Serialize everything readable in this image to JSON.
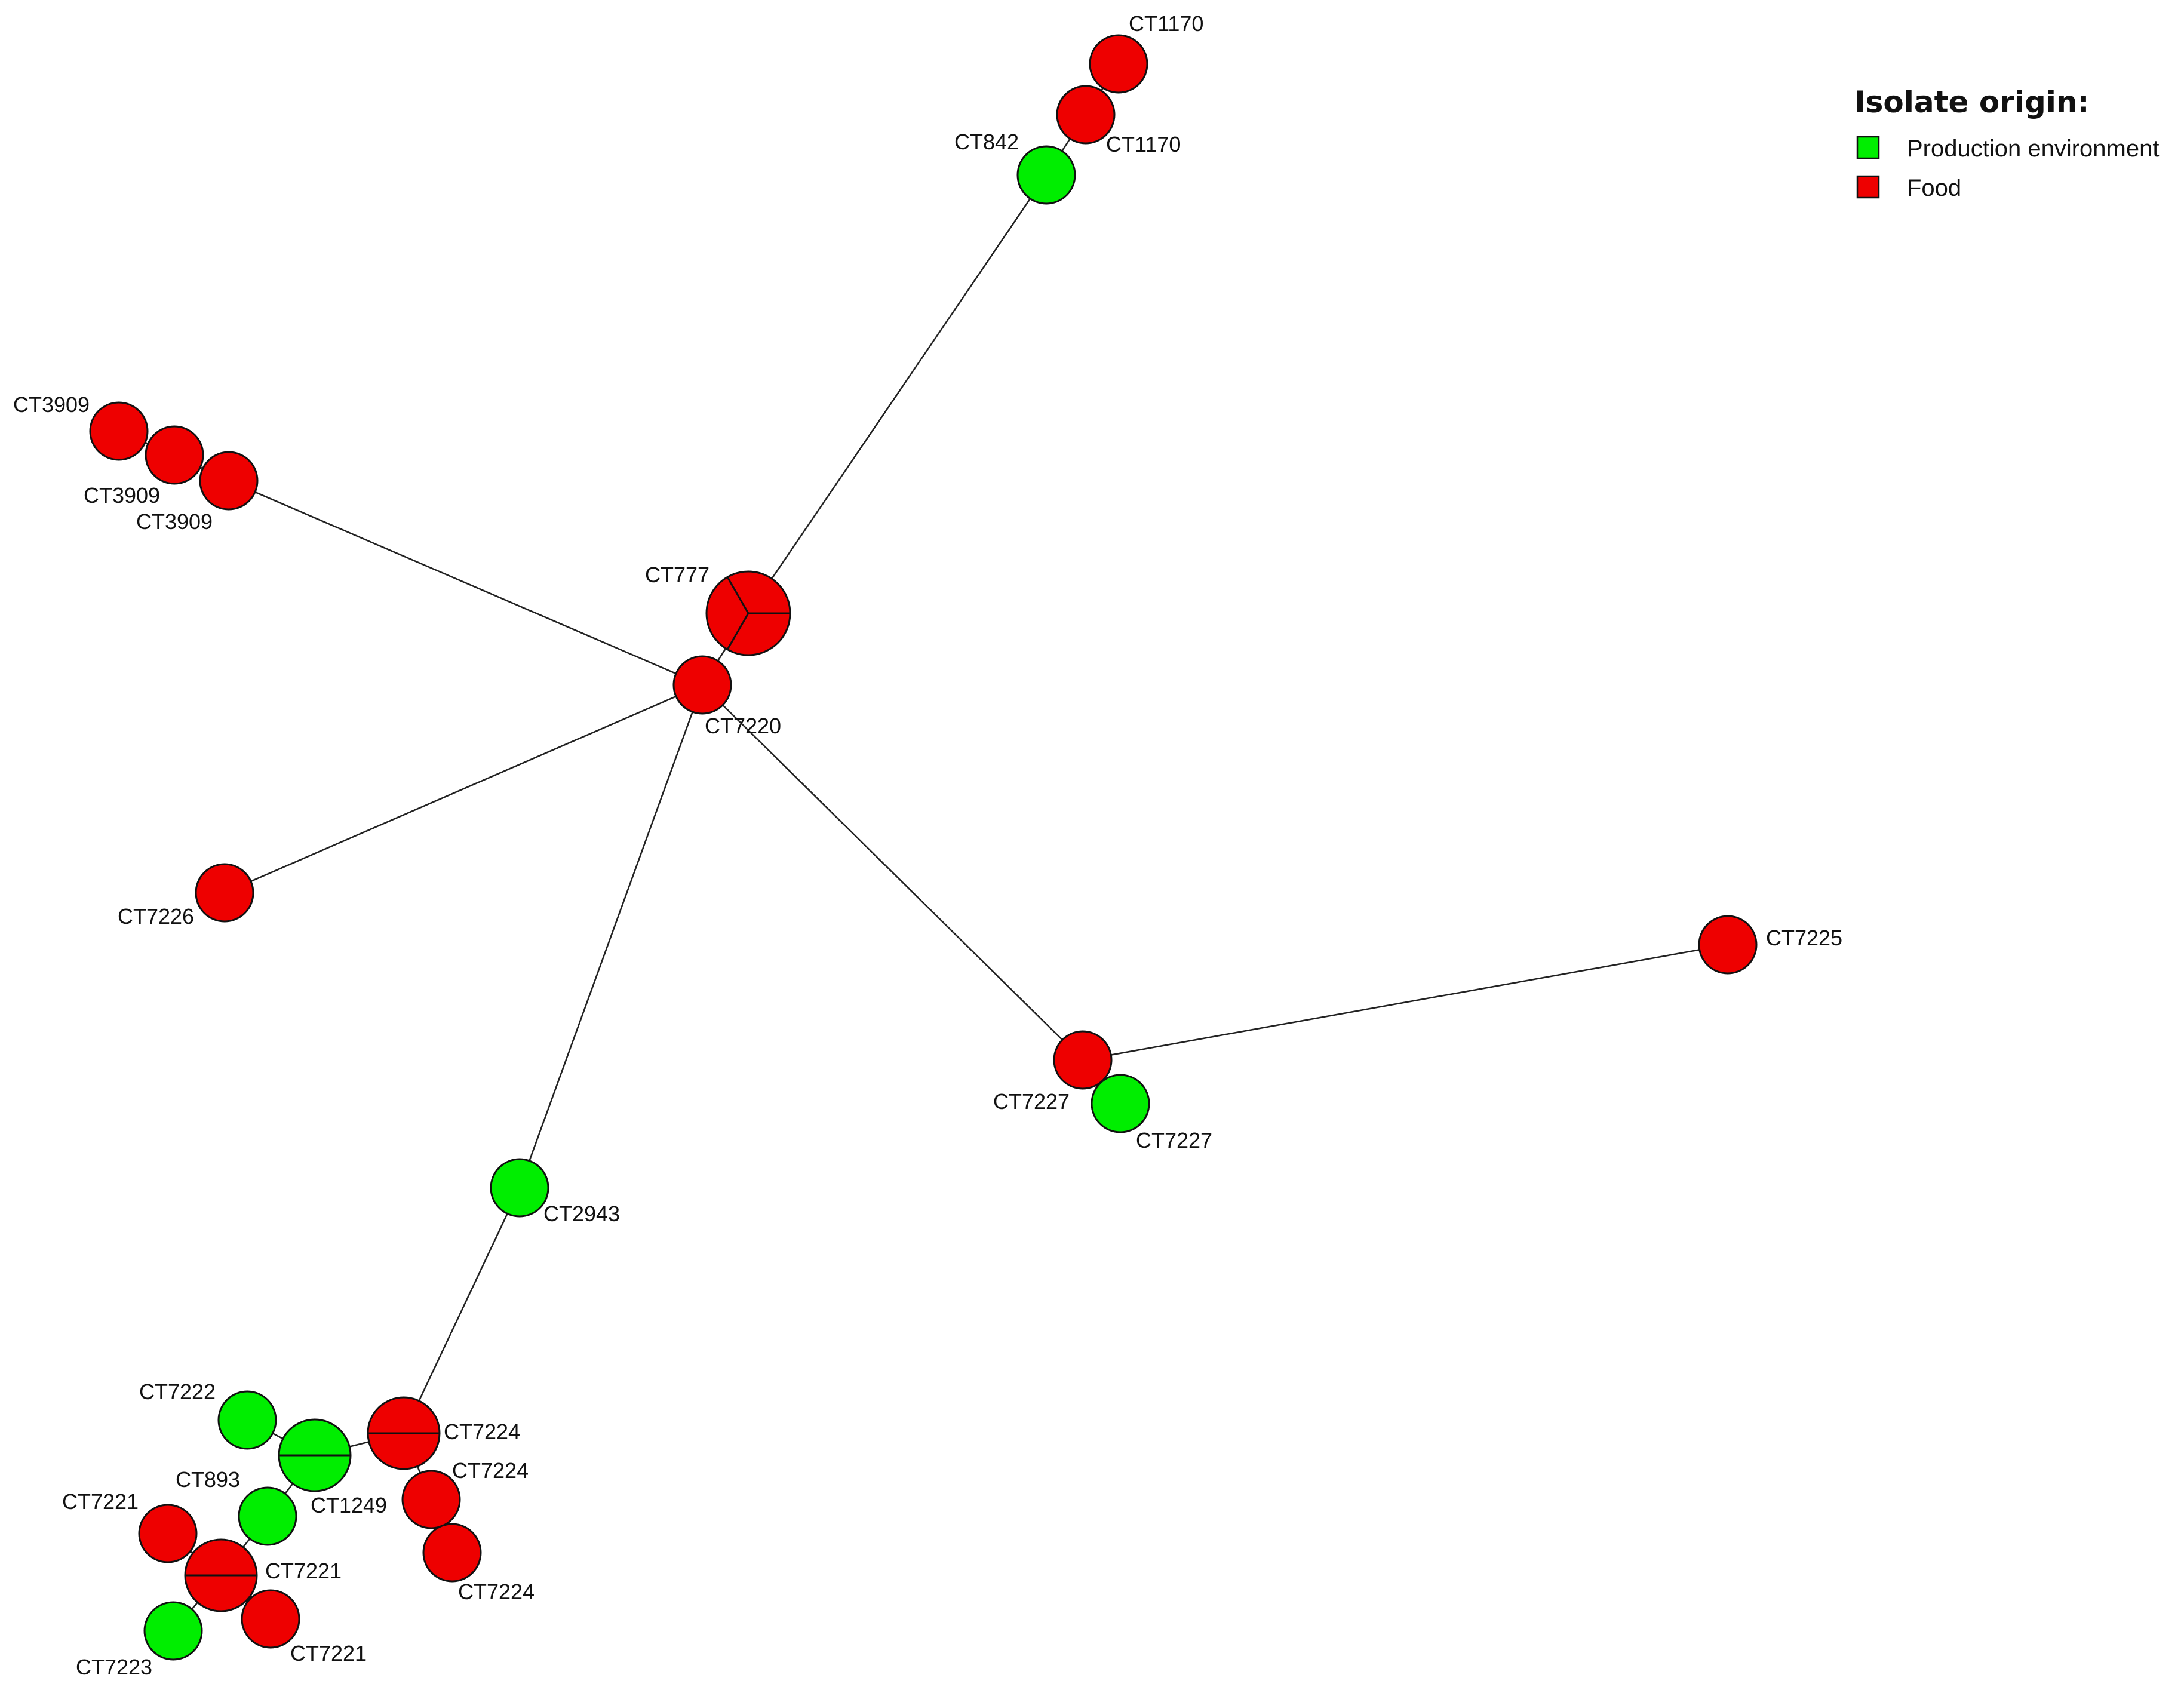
{
  "legend": {
    "title": "Isolate origin:",
    "items": [
      {
        "label": "Production environment",
        "color": "#00ee00"
      },
      {
        "label": "Food",
        "color": "#ee0000"
      }
    ]
  },
  "colors": {
    "production_environment": "#00ee00",
    "food": "#ee0000"
  },
  "nodes": [
    {
      "id": "n_ct777",
      "label": "CT777",
      "origin": "food",
      "isolates": 3
    },
    {
      "id": "n_ct7220",
      "label": "CT7220",
      "origin": "food",
      "isolates": 1
    },
    {
      "id": "n_ct842",
      "label": "CT842",
      "origin": "production_environment",
      "isolates": 1
    },
    {
      "id": "n_ct1170a",
      "label": "CT1170",
      "origin": "food",
      "isolates": 1
    },
    {
      "id": "n_ct1170b",
      "label": "CT1170",
      "origin": "food",
      "isolates": 1
    },
    {
      "id": "n_ct3909a",
      "label": "CT3909",
      "origin": "food",
      "isolates": 1
    },
    {
      "id": "n_ct3909b",
      "label": "CT3909",
      "origin": "food",
      "isolates": 1
    },
    {
      "id": "n_ct3909c",
      "label": "CT3909",
      "origin": "food",
      "isolates": 1
    },
    {
      "id": "n_ct7226",
      "label": "CT7226",
      "origin": "food",
      "isolates": 1
    },
    {
      "id": "n_ct7227a",
      "label": "CT7227",
      "origin": "food",
      "isolates": 1
    },
    {
      "id": "n_ct7227b",
      "label": "CT7227",
      "origin": "production_environment",
      "isolates": 1
    },
    {
      "id": "n_ct7225",
      "label": "CT7225",
      "origin": "food",
      "isolates": 1
    },
    {
      "id": "n_ct2943",
      "label": "CT2943",
      "origin": "production_environment",
      "isolates": 1
    },
    {
      "id": "n_ct7224a",
      "label": "CT7224",
      "origin": "food",
      "isolates": 2
    },
    {
      "id": "n_ct7224b",
      "label": "CT7224",
      "origin": "food",
      "isolates": 1
    },
    {
      "id": "n_ct7224c",
      "label": "CT7224",
      "origin": "food",
      "isolates": 1
    },
    {
      "id": "n_ct1249",
      "label": "CT1249",
      "origin": "production_environment",
      "isolates": 2
    },
    {
      "id": "n_ct7222",
      "label": "CT7222",
      "origin": "production_environment",
      "isolates": 1
    },
    {
      "id": "n_ct893",
      "label": "CT893",
      "origin": "production_environment",
      "isolates": 1
    },
    {
      "id": "n_ct7221a",
      "label": "CT7221",
      "origin": "food",
      "isolates": 2
    },
    {
      "id": "n_ct7221b",
      "label": "CT7221",
      "origin": "food",
      "isolates": 1
    },
    {
      "id": "n_ct7221c",
      "label": "CT7221",
      "origin": "food",
      "isolates": 1
    },
    {
      "id": "n_ct7223",
      "label": "CT7223",
      "origin": "production_environment",
      "isolates": 1
    }
  ],
  "edges": [
    [
      "n_ct7220",
      "n_ct777"
    ],
    [
      "n_ct777",
      "n_ct842"
    ],
    [
      "n_ct842",
      "n_ct1170b"
    ],
    [
      "n_ct1170b",
      "n_ct1170a"
    ],
    [
      "n_ct7220",
      "n_ct3909c"
    ],
    [
      "n_ct3909c",
      "n_ct3909b"
    ],
    [
      "n_ct3909b",
      "n_ct3909a"
    ],
    [
      "n_ct7220",
      "n_ct7226"
    ],
    [
      "n_ct7220",
      "n_ct7227a"
    ],
    [
      "n_ct7227a",
      "n_ct7227b"
    ],
    [
      "n_ct7227a",
      "n_ct7225"
    ],
    [
      "n_ct7220",
      "n_ct2943"
    ],
    [
      "n_ct2943",
      "n_ct7224a"
    ],
    [
      "n_ct7224a",
      "n_ct7224b"
    ],
    [
      "n_ct7224b",
      "n_ct7224c"
    ],
    [
      "n_ct7224a",
      "n_ct1249"
    ],
    [
      "n_ct1249",
      "n_ct7222"
    ],
    [
      "n_ct1249",
      "n_ct893"
    ],
    [
      "n_ct893",
      "n_ct7221a"
    ],
    [
      "n_ct7221a",
      "n_ct7221b"
    ],
    [
      "n_ct7221a",
      "n_ct7221c"
    ],
    [
      "n_ct7221a",
      "n_ct7223"
    ]
  ]
}
